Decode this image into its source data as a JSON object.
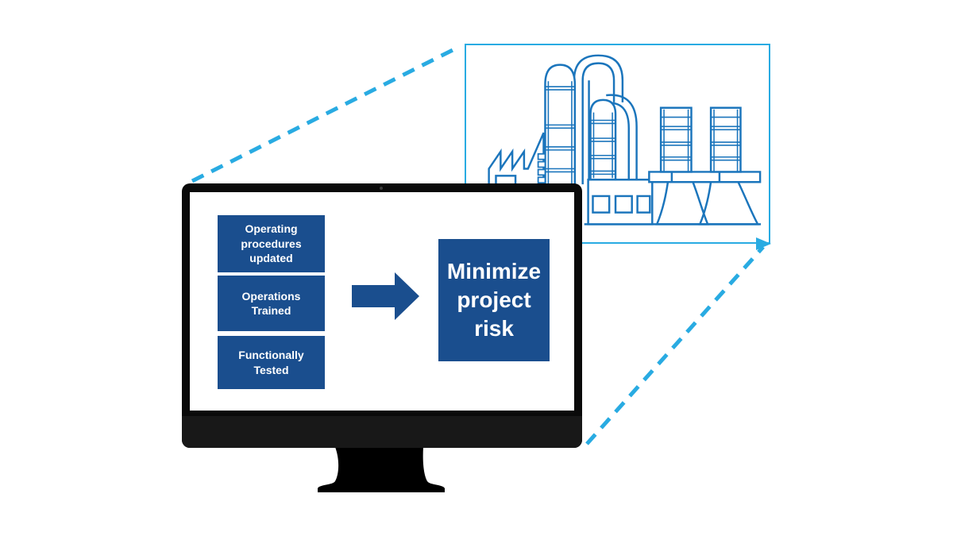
{
  "palette": {
    "dark_blue": "#1A4E8E",
    "plant_line_blue": "#1B75BC",
    "light_blue": "#29ABE2",
    "monitor_black": "#0a0a0a",
    "screen_white": "#ffffff"
  },
  "monitor": {
    "screen": {
      "steps": [
        {
          "label": "Operating\nprocedures\nupdated"
        },
        {
          "label": "Operations\nTrained"
        },
        {
          "label": "Functionally\nTested"
        }
      ],
      "result_label": "Minimize\nproject\nrisk"
    }
  },
  "icons": {
    "flow_arrow": "right-block-arrow",
    "plant": "industrial-plant-line-art",
    "plant_box_arrow": "right-arrowhead",
    "webcam": "camera-dot",
    "connectors": "dashed-callout-lines"
  }
}
